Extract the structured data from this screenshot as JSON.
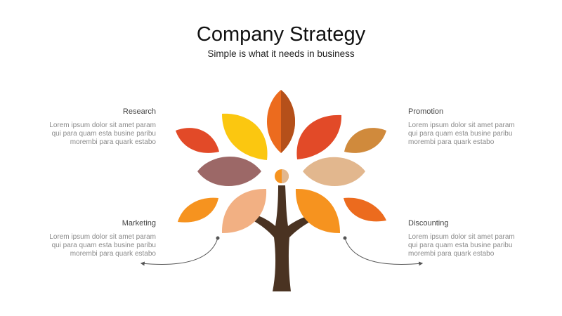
{
  "slide": {
    "title": "Company Strategy",
    "subtitle": "Simple is what it needs in business"
  },
  "blocks": {
    "research": {
      "heading": "Research",
      "body": "Lorem ipsum dolor sit amet param\nqui para quam esta busine paribu\nmorembi para quark estabo"
    },
    "marketing": {
      "heading": "Marketing",
      "body": "Lorem ipsum dolor sit amet param\nqui para quam esta busine paribu\nmorembi para quark estabo"
    },
    "promotion": {
      "heading": "Promotion",
      "body": "Lorem ipsum dolor sit amet param\nqui para quam esta busine paribu\nmorembi para quark estabo"
    },
    "discounting": {
      "heading": "Discounting",
      "body": "Lorem ipsum dolor sit amet param\nqui para quam esta busine paribu\nmorembi para quark estabo"
    }
  },
  "colors": {
    "trunk": "#4a3322",
    "orange_red": "#e24a28",
    "yellow": "#fbc710",
    "orange": "#ec6b1e",
    "dark_orange": "#b5501a",
    "mauve": "#9c6867",
    "beige": "#e2b78e",
    "ochre": "#d08a3c",
    "peach": "#f2b083",
    "bright_orange": "#f6931f",
    "connector": "#555555"
  }
}
